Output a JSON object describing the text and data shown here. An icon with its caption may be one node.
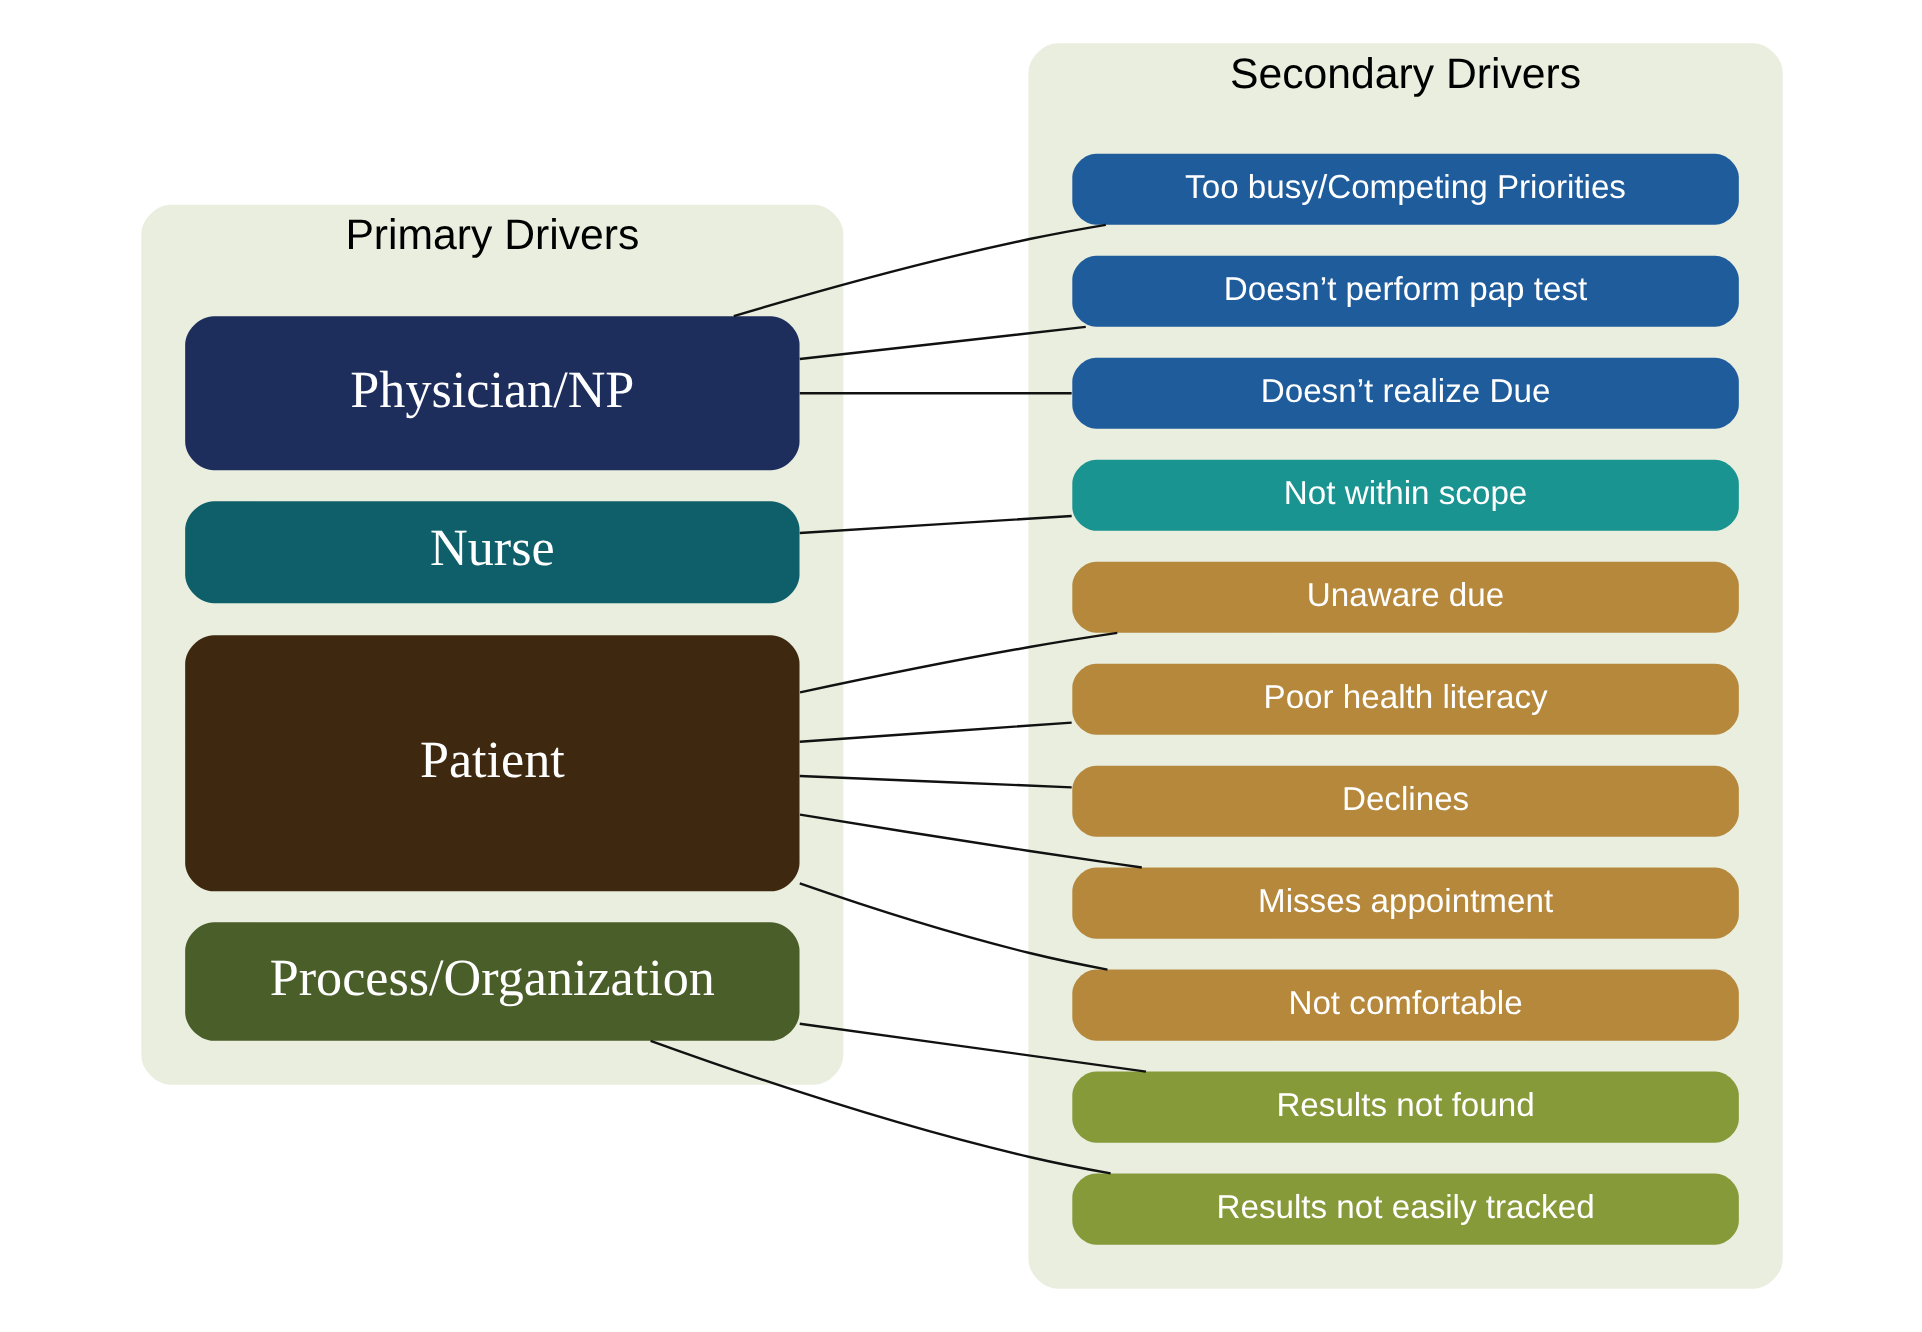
{
  "diagram": {
    "nodes": [
      {
        "text": [
          "Primary Drivers"
        ]
      },
      {
        "text": [
          "Physician/NP"
        ],
        "in": 0
      },
      {
        "text": [
          "Nurse"
        ],
        "in": 0
      },
      {
        "text": [
          "Patient"
        ],
        "in": 0
      },
      {
        "text": [
          "Process/Organization"
        ],
        "in": 0
      },
      {
        "text": [
          "Secondary Drivers"
        ]
      },
      {
        "text": [
          "Too busy/Competing Priorities"
        ],
        "in": 5
      },
      {
        "text": [
          "Doesn’t perform pap test"
        ],
        "in": 5
      },
      {
        "text": [
          "Doesn’t realize Due"
        ],
        "in": 5
      },
      {
        "text": [
          "Not within scope"
        ],
        "in": 5
      },
      {
        "text": [
          "Unaware due"
        ],
        "in": 5
      },
      {
        "text": [
          "Poor health literacy"
        ],
        "in": 5
      },
      {
        "text": [
          "Declines"
        ],
        "in": 5
      },
      {
        "text": [
          "Misses appointment"
        ],
        "in": 5
      },
      {
        "text": [
          "Not comfortable"
        ],
        "in": 5
      },
      {
        "text": [
          "Results not found"
        ],
        "in": 5
      },
      {
        "text": [
          "Results not easily tracked"
        ],
        "in": 5
      }
    ],
    "edges": [
      {
        "from": 1,
        "to": 6,
        "arrow": "none"
      },
      {
        "from": 1,
        "to": 7,
        "arrow": "none"
      },
      {
        "from": 1,
        "to": 8,
        "arrow": "none"
      },
      {
        "from": 2,
        "to": 9,
        "arrow": "none"
      },
      {
        "from": 3,
        "to": 10,
        "arrow": "none"
      },
      {
        "from": 3,
        "to": 11,
        "arrow": "none"
      },
      {
        "from": 3,
        "to": 12,
        "arrow": "none"
      },
      {
        "from": 3,
        "to": 13,
        "arrow": "none"
      },
      {
        "from": 3,
        "to": 14,
        "arrow": "none"
      },
      {
        "from": 4,
        "to": 15,
        "arrow": "none"
      },
      {
        "from": 4,
        "to": 16,
        "arrow": "none"
      }
    ]
  }
}
